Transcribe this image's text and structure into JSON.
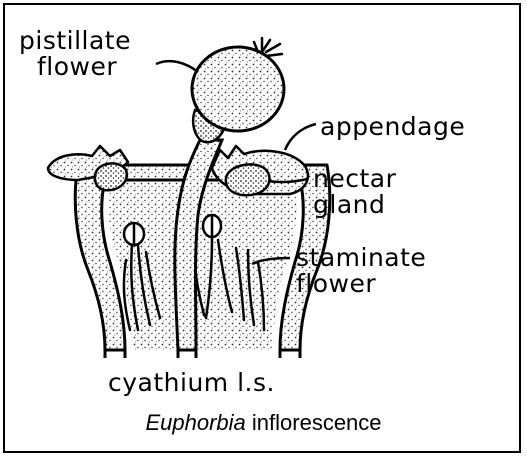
{
  "labels": {
    "pistillate_flower": [
      "pistillate",
      "flower"
    ],
    "appendage": "appendage",
    "nectar_gland": [
      "nectar",
      "gland"
    ],
    "staminate_flower": [
      "staminate",
      "flower"
    ],
    "section_caption": "cyathium l.s."
  },
  "caption": {
    "italic_part": "Euphorbia",
    "rest": " inflorescence"
  },
  "colors": {
    "ink": "#000000",
    "paper": "#ffffff",
    "stipple": "#6a6a6a"
  }
}
